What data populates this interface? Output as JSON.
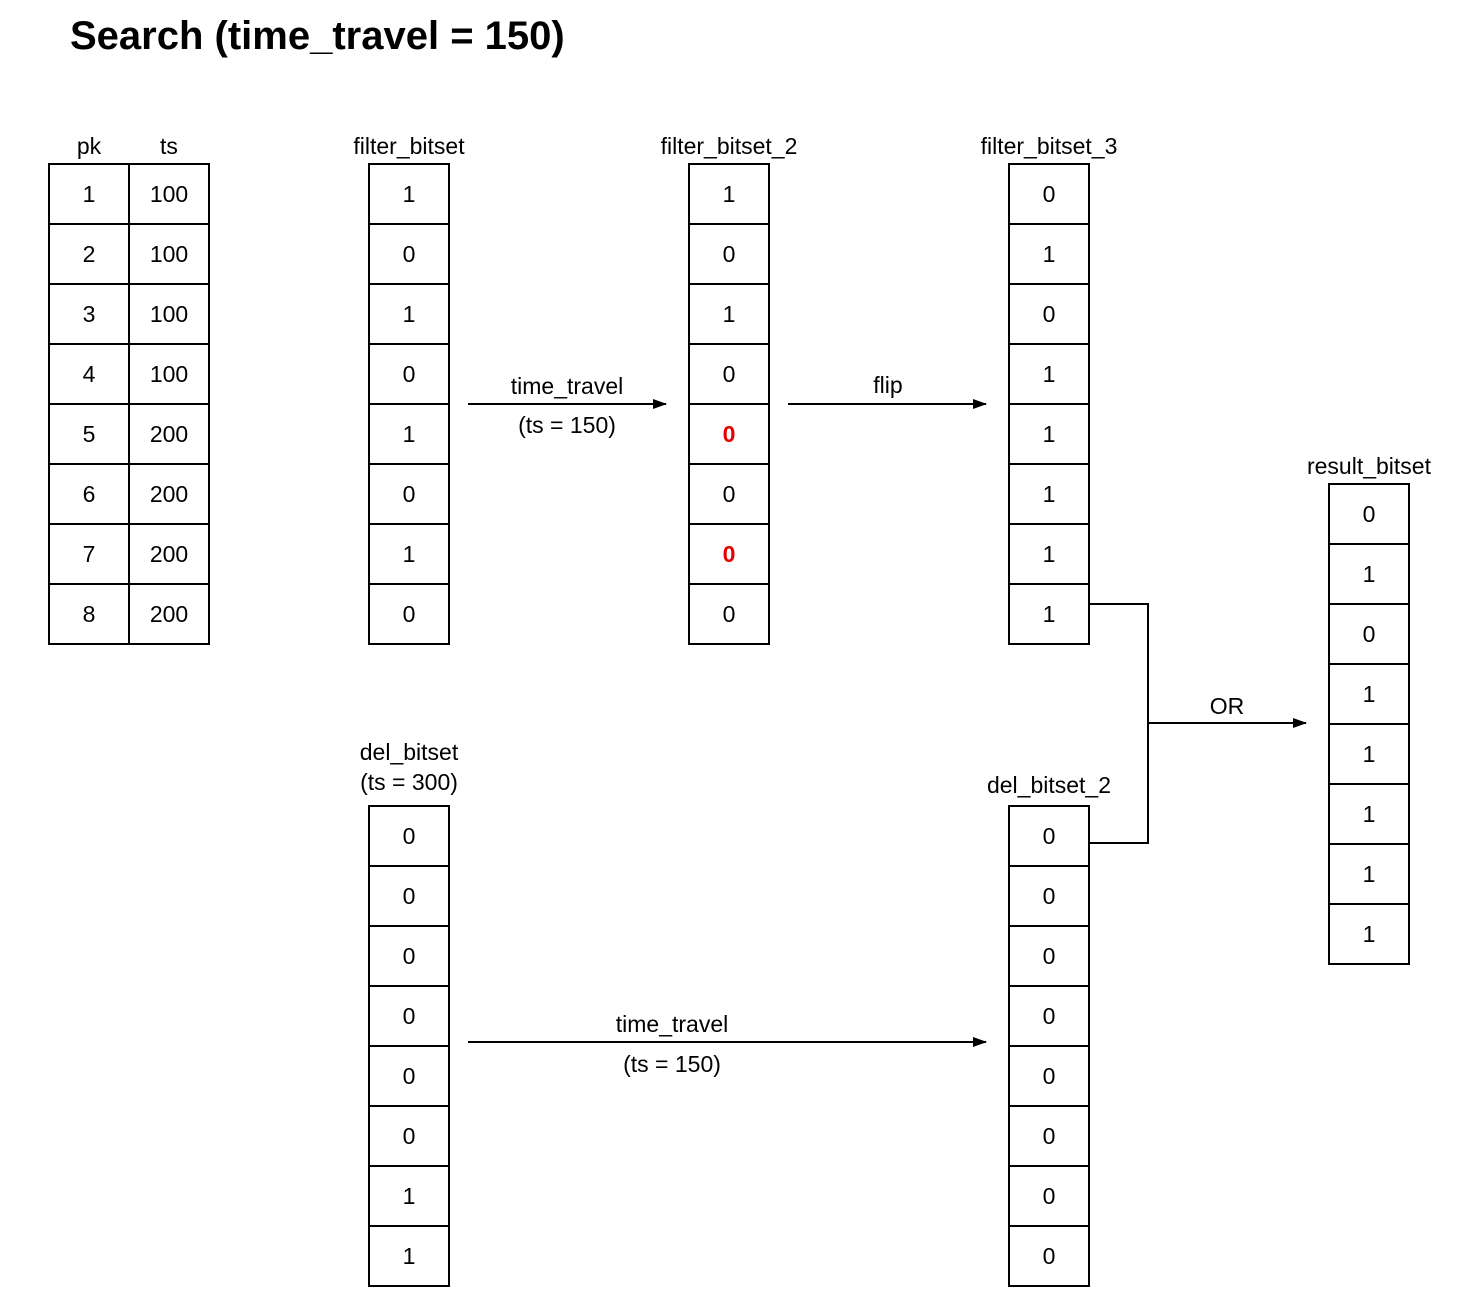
{
  "title": "Search (time_travel = 150)",
  "colors": {
    "highlight_red": "#e60000",
    "stroke": "#000000",
    "background": "#ffffff"
  },
  "table": {
    "columns": [
      "pk",
      "ts"
    ],
    "rows": [
      [
        "1",
        "100"
      ],
      [
        "2",
        "100"
      ],
      [
        "3",
        "100"
      ],
      [
        "4",
        "100"
      ],
      [
        "5",
        "200"
      ],
      [
        "6",
        "200"
      ],
      [
        "7",
        "200"
      ],
      [
        "8",
        "200"
      ]
    ]
  },
  "bitsets": {
    "filter_bitset": {
      "label": "filter_bitset",
      "values": [
        "1",
        "0",
        "1",
        "0",
        "1",
        "0",
        "1",
        "0"
      ]
    },
    "filter_bitset_2": {
      "label": "filter_bitset_2",
      "values": [
        "1",
        "0",
        "1",
        "0",
        "0",
        "0",
        "0",
        "0"
      ],
      "highlighted_rows": [
        4,
        6
      ]
    },
    "filter_bitset_3": {
      "label": "filter_bitset_3",
      "values": [
        "0",
        "1",
        "0",
        "1",
        "1",
        "1",
        "1",
        "1"
      ]
    },
    "del_bitset": {
      "label": "del_bitset",
      "sublabel": "(ts = 300)",
      "values": [
        "0",
        "0",
        "0",
        "0",
        "0",
        "0",
        "1",
        "1"
      ]
    },
    "del_bitset_2": {
      "label": "del_bitset_2",
      "values": [
        "0",
        "0",
        "0",
        "0",
        "0",
        "0",
        "0",
        "0"
      ]
    },
    "result_bitset": {
      "label": "result_bitset",
      "values": [
        "0",
        "1",
        "0",
        "1",
        "1",
        "1",
        "1",
        "1"
      ]
    }
  },
  "arrows": {
    "time_travel_top": {
      "label": "time_travel",
      "sublabel": "(ts = 150)"
    },
    "flip": {
      "label": "flip"
    },
    "time_travel_bottom": {
      "label": "time_travel",
      "sublabel": "(ts = 150)"
    },
    "or": {
      "label": "OR"
    }
  }
}
